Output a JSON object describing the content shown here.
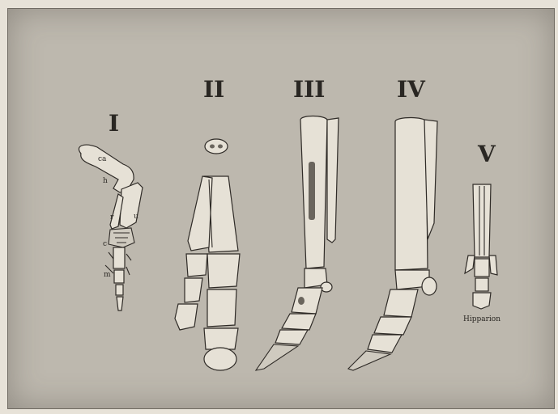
{
  "figures": [
    {
      "id": "I",
      "roman": "I"
    },
    {
      "id": "II",
      "roman": "II"
    },
    {
      "id": "III",
      "roman": "III"
    },
    {
      "id": "IV",
      "roman": "IV"
    },
    {
      "id": "V",
      "roman": "V"
    }
  ],
  "figure_I_letters": {
    "a": "ca",
    "b": "h",
    "c": "r",
    "d": "u",
    "e": "c",
    "f": "m"
  },
  "figure_V_caption": "Hipparion",
  "colors": {
    "plate": "#bdb8ae",
    "ink": "#2f2b27",
    "bone": "#e6e1d6"
  }
}
